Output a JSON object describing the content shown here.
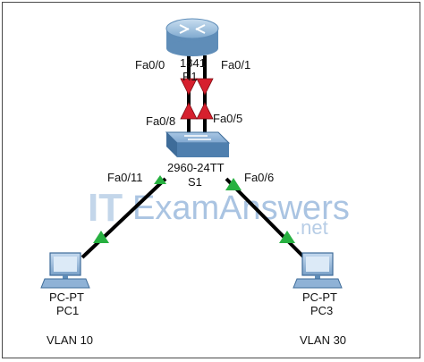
{
  "router": {
    "model": "1841",
    "name": "R1"
  },
  "switch": {
    "model": "2960-24TT",
    "name": "S1"
  },
  "ports": {
    "r1_left": "Fa0/0",
    "r1_right": "Fa0/1",
    "s1_left_top": "Fa0/8",
    "s1_right_top": "Fa0/5",
    "s1_pc1": "Fa0/11",
    "s1_pc3": "Fa0/6"
  },
  "pcs": [
    {
      "type": "PC-PT",
      "name": "PC1",
      "vlan": "VLAN 10"
    },
    {
      "type": "PC-PT",
      "name": "PC3",
      "vlan": "VLAN 30"
    }
  ],
  "watermark": {
    "it": "IT",
    "exam": "ExamAnswers",
    "net": ".net"
  },
  "colors": {
    "link_up": "#27b040",
    "link_down": "#d6202e",
    "router": "#8fb7d8",
    "switch": "#4f7fae"
  }
}
